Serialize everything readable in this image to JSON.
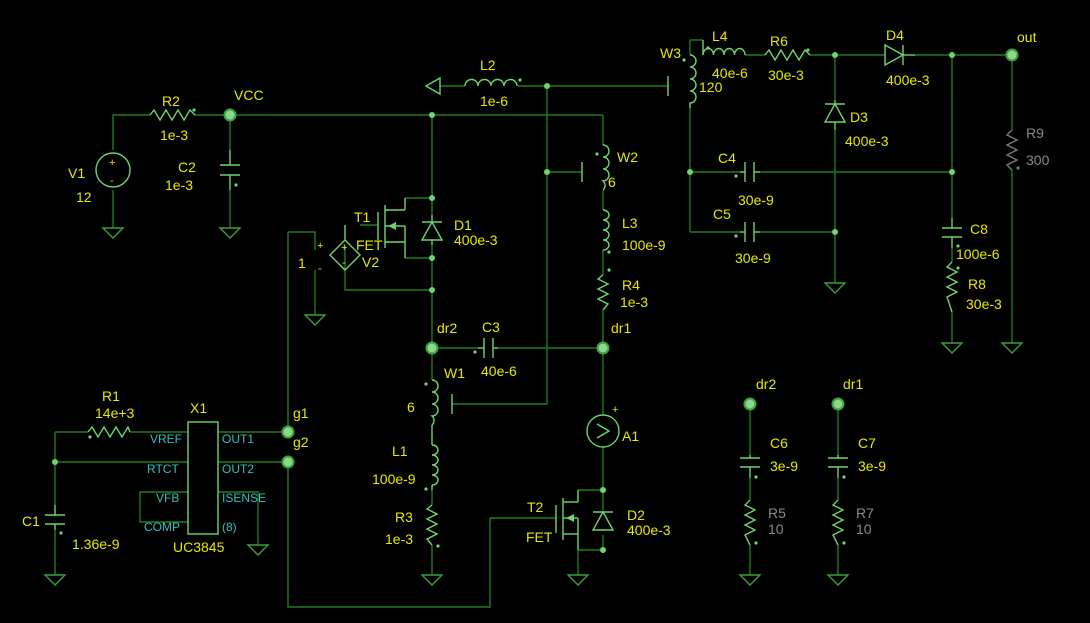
{
  "title": "",
  "nets": {
    "vcc": "VCC",
    "out": "out",
    "dr1": "dr1",
    "dr2": "dr2",
    "g1": "g1",
    "g2": "g2",
    "dr2_probe": "dr2",
    "dr1_probe": "dr1"
  },
  "components": {
    "V1": {
      "name": "V1",
      "value": "12"
    },
    "R2": {
      "name": "R2",
      "value": "1e-3"
    },
    "C2": {
      "name": "C2",
      "value": "1e-3"
    },
    "L2": {
      "name": "L2",
      "value": "1e-6"
    },
    "T1": {
      "name": "T1",
      "model": "FET"
    },
    "D1": {
      "name": "D1",
      "value": "400e-3"
    },
    "V2": {
      "name": "V2",
      "value": "1"
    },
    "W2": {
      "name": "W2",
      "value": "6"
    },
    "L3": {
      "name": "L3",
      "value": "100e-9"
    },
    "R4": {
      "name": "R4",
      "value": "1e-3"
    },
    "C3": {
      "name": "C3",
      "value": "40e-6"
    },
    "W1": {
      "name": "W1",
      "value": "6"
    },
    "L1": {
      "name": "L1",
      "value": "100e-9"
    },
    "R3": {
      "name": "R3",
      "value": "1e-3"
    },
    "A1": {
      "name": "A1"
    },
    "T2": {
      "name": "T2",
      "model": "FET"
    },
    "D2": {
      "name": "D2",
      "value": "400e-3"
    },
    "W3": {
      "name": "W3",
      "value": "120"
    },
    "L4": {
      "name": "L4",
      "value": "40e-6"
    },
    "R6": {
      "name": "R6",
      "value": "30e-3"
    },
    "D4": {
      "name": "D4",
      "value": "400e-3"
    },
    "D3": {
      "name": "D3",
      "value": "400e-3"
    },
    "C4": {
      "name": "C4",
      "value": "30e-9"
    },
    "C5": {
      "name": "C5",
      "value": "30e-9"
    },
    "C8": {
      "name": "C8",
      "value": "100e-6"
    },
    "R8": {
      "name": "R8",
      "value": "30e-3"
    },
    "R9": {
      "name": "R9",
      "value": "300"
    },
    "R1": {
      "name": "R1",
      "value": "14e+3"
    },
    "C1": {
      "name": "C1",
      "value": "1.36e-9"
    },
    "X1": {
      "name": "X1",
      "model": "UC3845"
    },
    "C6": {
      "name": "C6",
      "value": "3e-9"
    },
    "R5": {
      "name": "R5",
      "value": "10"
    },
    "C7": {
      "name": "C7",
      "value": "3e-9"
    },
    "R7": {
      "name": "R7",
      "value": "10"
    }
  },
  "ic_pins": {
    "vref": "VREF",
    "rtct": "RTCT",
    "vfb": "VFB",
    "comp": "COMP",
    "out1": "OUT1",
    "out2": "OUT2",
    "isense": "ISENSE",
    "vcc_pin": "(8)"
  },
  "signs": {
    "plus": "+",
    "minus": "-"
  },
  "colors": {
    "background": "#000000",
    "wire": "#1f7a1f",
    "component": "#6fd36f",
    "label": "#e8e800",
    "pin_text": "#2fc0c0",
    "disabled_text": "#8a8a8a"
  }
}
